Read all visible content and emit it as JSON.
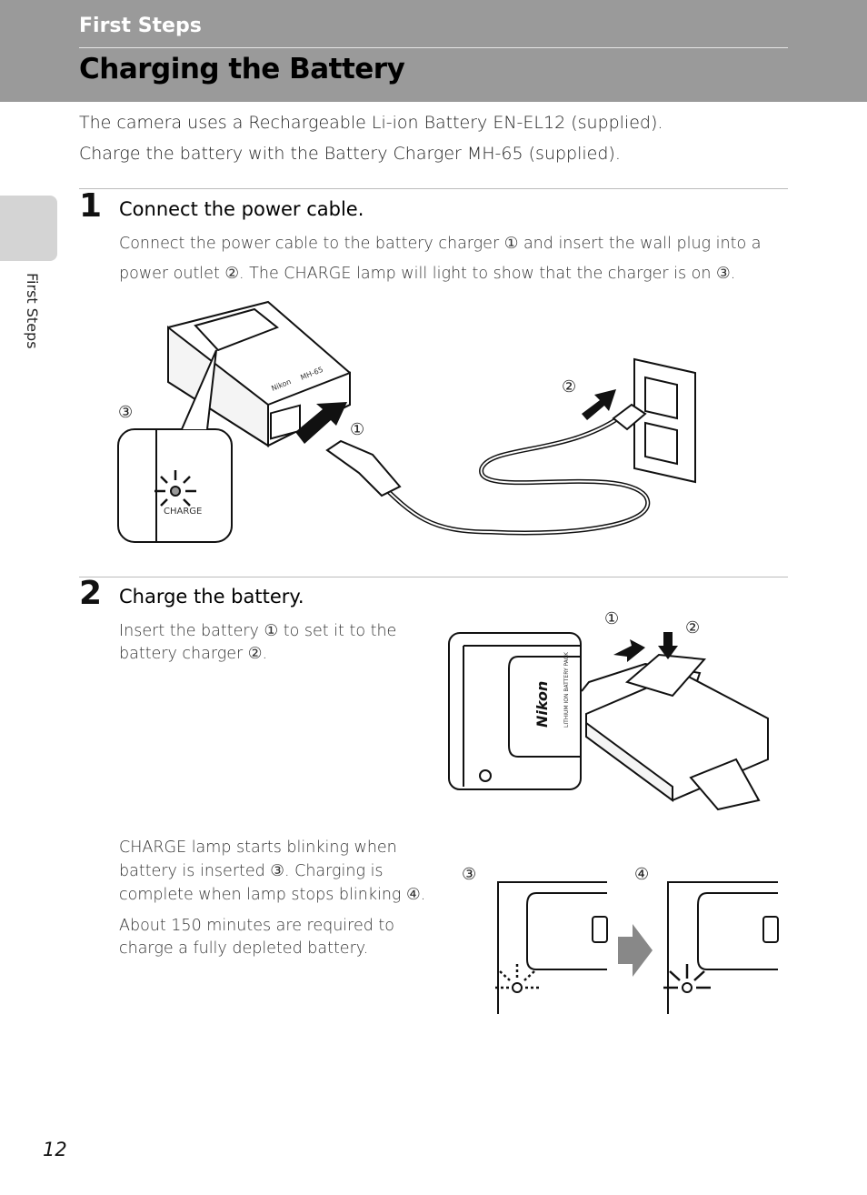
{
  "header": {
    "section": "First Steps",
    "title": "Charging the Battery"
  },
  "side_tab": {
    "label": "First Steps"
  },
  "intro": [
    "The camera uses a Rechargeable Li-ion Battery EN-EL12 (supplied).",
    "Charge the battery with the Battery Charger MH-65 (supplied)."
  ],
  "steps": [
    {
      "number": "1",
      "heading": "Connect the power cable.",
      "lines": [
        "Connect the power cable to the battery charger ① and insert the wall plug into a",
        "power outlet ②. The CHARGE lamp will light to show that the charger is on ③."
      ],
      "figure": {
        "callouts": [
          "①",
          "②",
          "③"
        ],
        "lamp_label": "CHARGE",
        "charger_model": "MH-65",
        "brand": "Nikon"
      }
    },
    {
      "number": "2",
      "heading": "Charge the battery.",
      "para1": [
        "Insert the battery ① to set it to the",
        "battery charger ②."
      ],
      "para2": [
        "CHARGE lamp starts blinking when",
        "battery is inserted ③. Charging is",
        "complete when lamp stops blinking ④."
      ],
      "para3": [
        "About 150 minutes are required to",
        "charge a fully depleted battery."
      ],
      "figure": {
        "callouts": [
          "①",
          "②",
          "③",
          "④"
        ],
        "battery_label": "LITHIUM ION BATTERY PACK",
        "brand": "Nikon"
      }
    }
  ],
  "page_number": "12"
}
